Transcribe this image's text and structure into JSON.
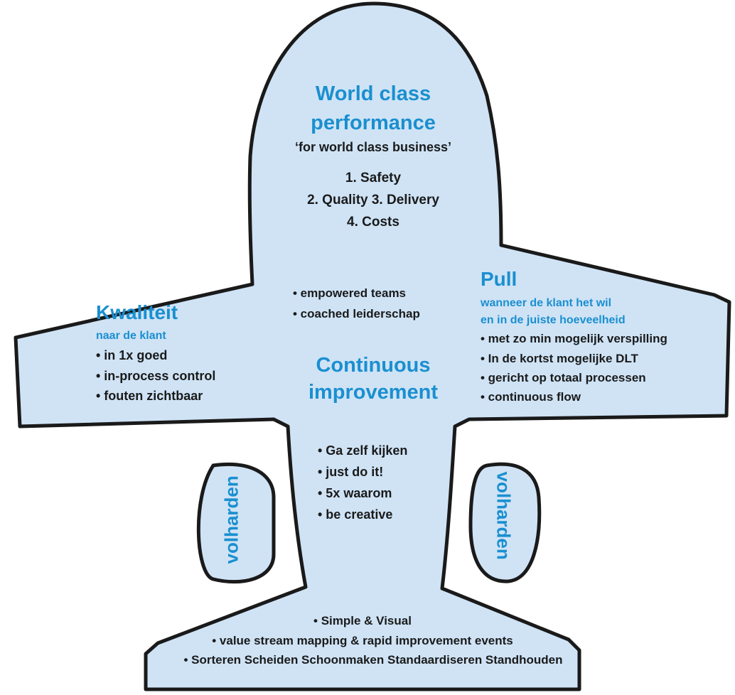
{
  "top": {
    "title_line1": "World class",
    "title_line2": "performance",
    "tagline": "‘for world class business’",
    "priorities": [
      "1. Safety",
      "2. Quality   3. Delivery",
      "4. Costs"
    ]
  },
  "left_wing": {
    "title": "Kwaliteit",
    "subtitle": "naar de klant",
    "items": [
      "• in 1x goed",
      "• in-process control",
      "• fouten zichtbaar"
    ]
  },
  "right_wing": {
    "title": "Pull",
    "subtitle_line1": "wanneer de klant het wil",
    "subtitle_line2": "en in de juiste hoeveelheid",
    "items": [
      "• met zo min mogelijk verspilling",
      "• In de kortst mogelijke DLT",
      "• gericht op totaal processen",
      "• continuous flow"
    ]
  },
  "center": {
    "bullets": [
      "• empowered teams",
      "• coached leiderschap"
    ],
    "title_line1": "Continuous",
    "title_line2": "improvement",
    "actions": [
      "• Ga zelf kijken",
      "• just do it!",
      "• 5x waarom",
      "• be creative"
    ]
  },
  "engines": {
    "left_label": "volharden",
    "right_label": "volharden"
  },
  "tail": {
    "lines": [
      "• Simple & Visual",
      "• value stream mapping & rapid improvement events",
      "• Sorteren Scheiden Schoonmaken Standaardiseren Standhouden"
    ]
  },
  "colors": {
    "fill": "#cfe3f5",
    "outline": "#1a1a1a",
    "accent": "#1a8fd0",
    "text": "#1a1a1a"
  }
}
